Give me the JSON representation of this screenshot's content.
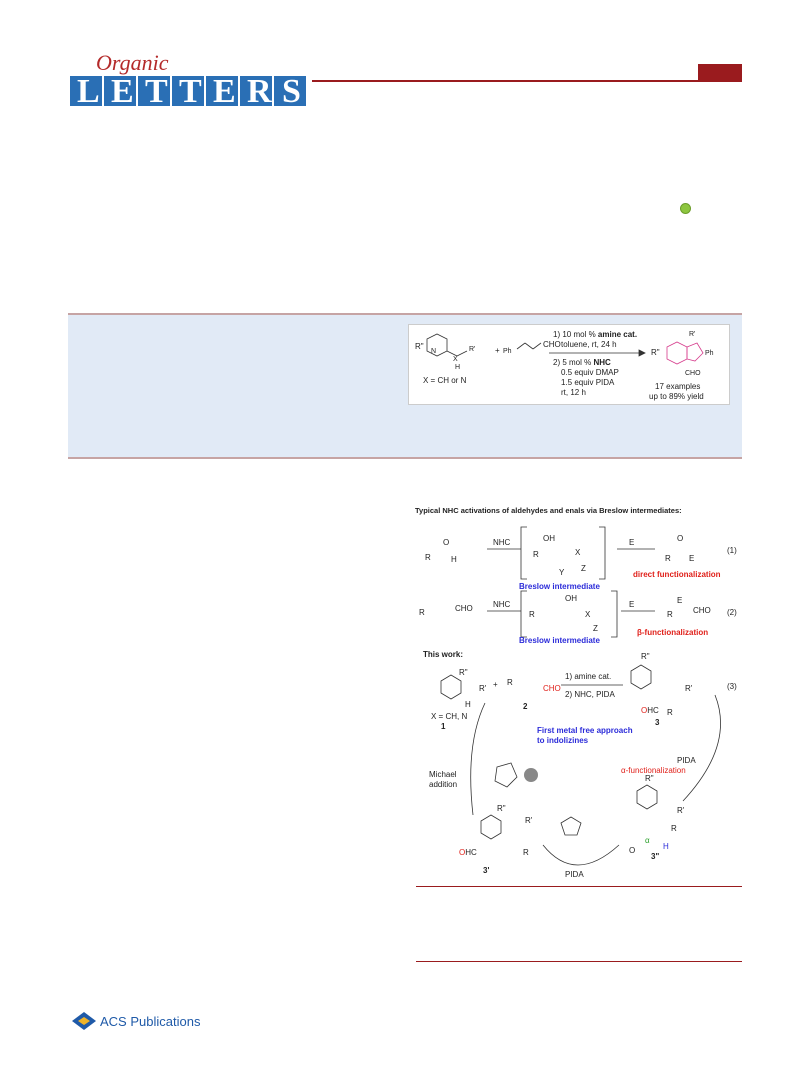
{
  "journal": {
    "logo_top": "Organic",
    "logo_letters": [
      "L",
      "E",
      "T",
      "T",
      "E",
      "R",
      "S"
    ],
    "colors": {
      "brand_red": "#9a1b1e",
      "logo_blue": "#2a6fb5",
      "accent_green": "#8dc63f",
      "abstract_bg": "#e1eaf6"
    }
  },
  "toc": {
    "reactant_sub": "X = CH or N",
    "step1": "1) 10 mol % ",
    "step1_bold": "amine cat.",
    "step1_cond": "toluene, rt, 24 h",
    "step2": "2) 5 mol % ",
    "step2_bold": "NHC",
    "step2_c1": "0.5 equiv DMAP",
    "step2_c2": "1.5 equiv PIDA",
    "step2_c3": "rt, 12 h",
    "enal": "CHO",
    "ph": "Ph",
    "product_cho": "CHO",
    "examples": "17 examples",
    "yield": "up to 89% yield"
  },
  "scheme": {
    "title": "Typical NHC activations of aldehydes and enals via Breslow intermediates:",
    "nhc": "NHC",
    "e": "E",
    "breslow": "Breslow intermediate",
    "direct": "direct functionalization",
    "beta": "β-functionalization",
    "eq1": "(1)",
    "eq2": "(2)",
    "eq3": "(3)",
    "this_work": "This work:",
    "cond1": "1) amine cat.",
    "cond2": "2) NHC, PIDA",
    "x_sub": "X = CH, N",
    "cmp1": "1",
    "cmp2": "2",
    "cmp3": "3",
    "cmp3p": "3'",
    "cmp3pp": "3\"",
    "first": "First metal free approach",
    "first2": "to indolizines",
    "pida": "PIDA",
    "alpha": "α-functionalization",
    "michael": "Michael",
    "addition": "addition",
    "ohc": "OHC",
    "cho": "CHO"
  },
  "footer": {
    "publisher": "ACS Publications"
  }
}
